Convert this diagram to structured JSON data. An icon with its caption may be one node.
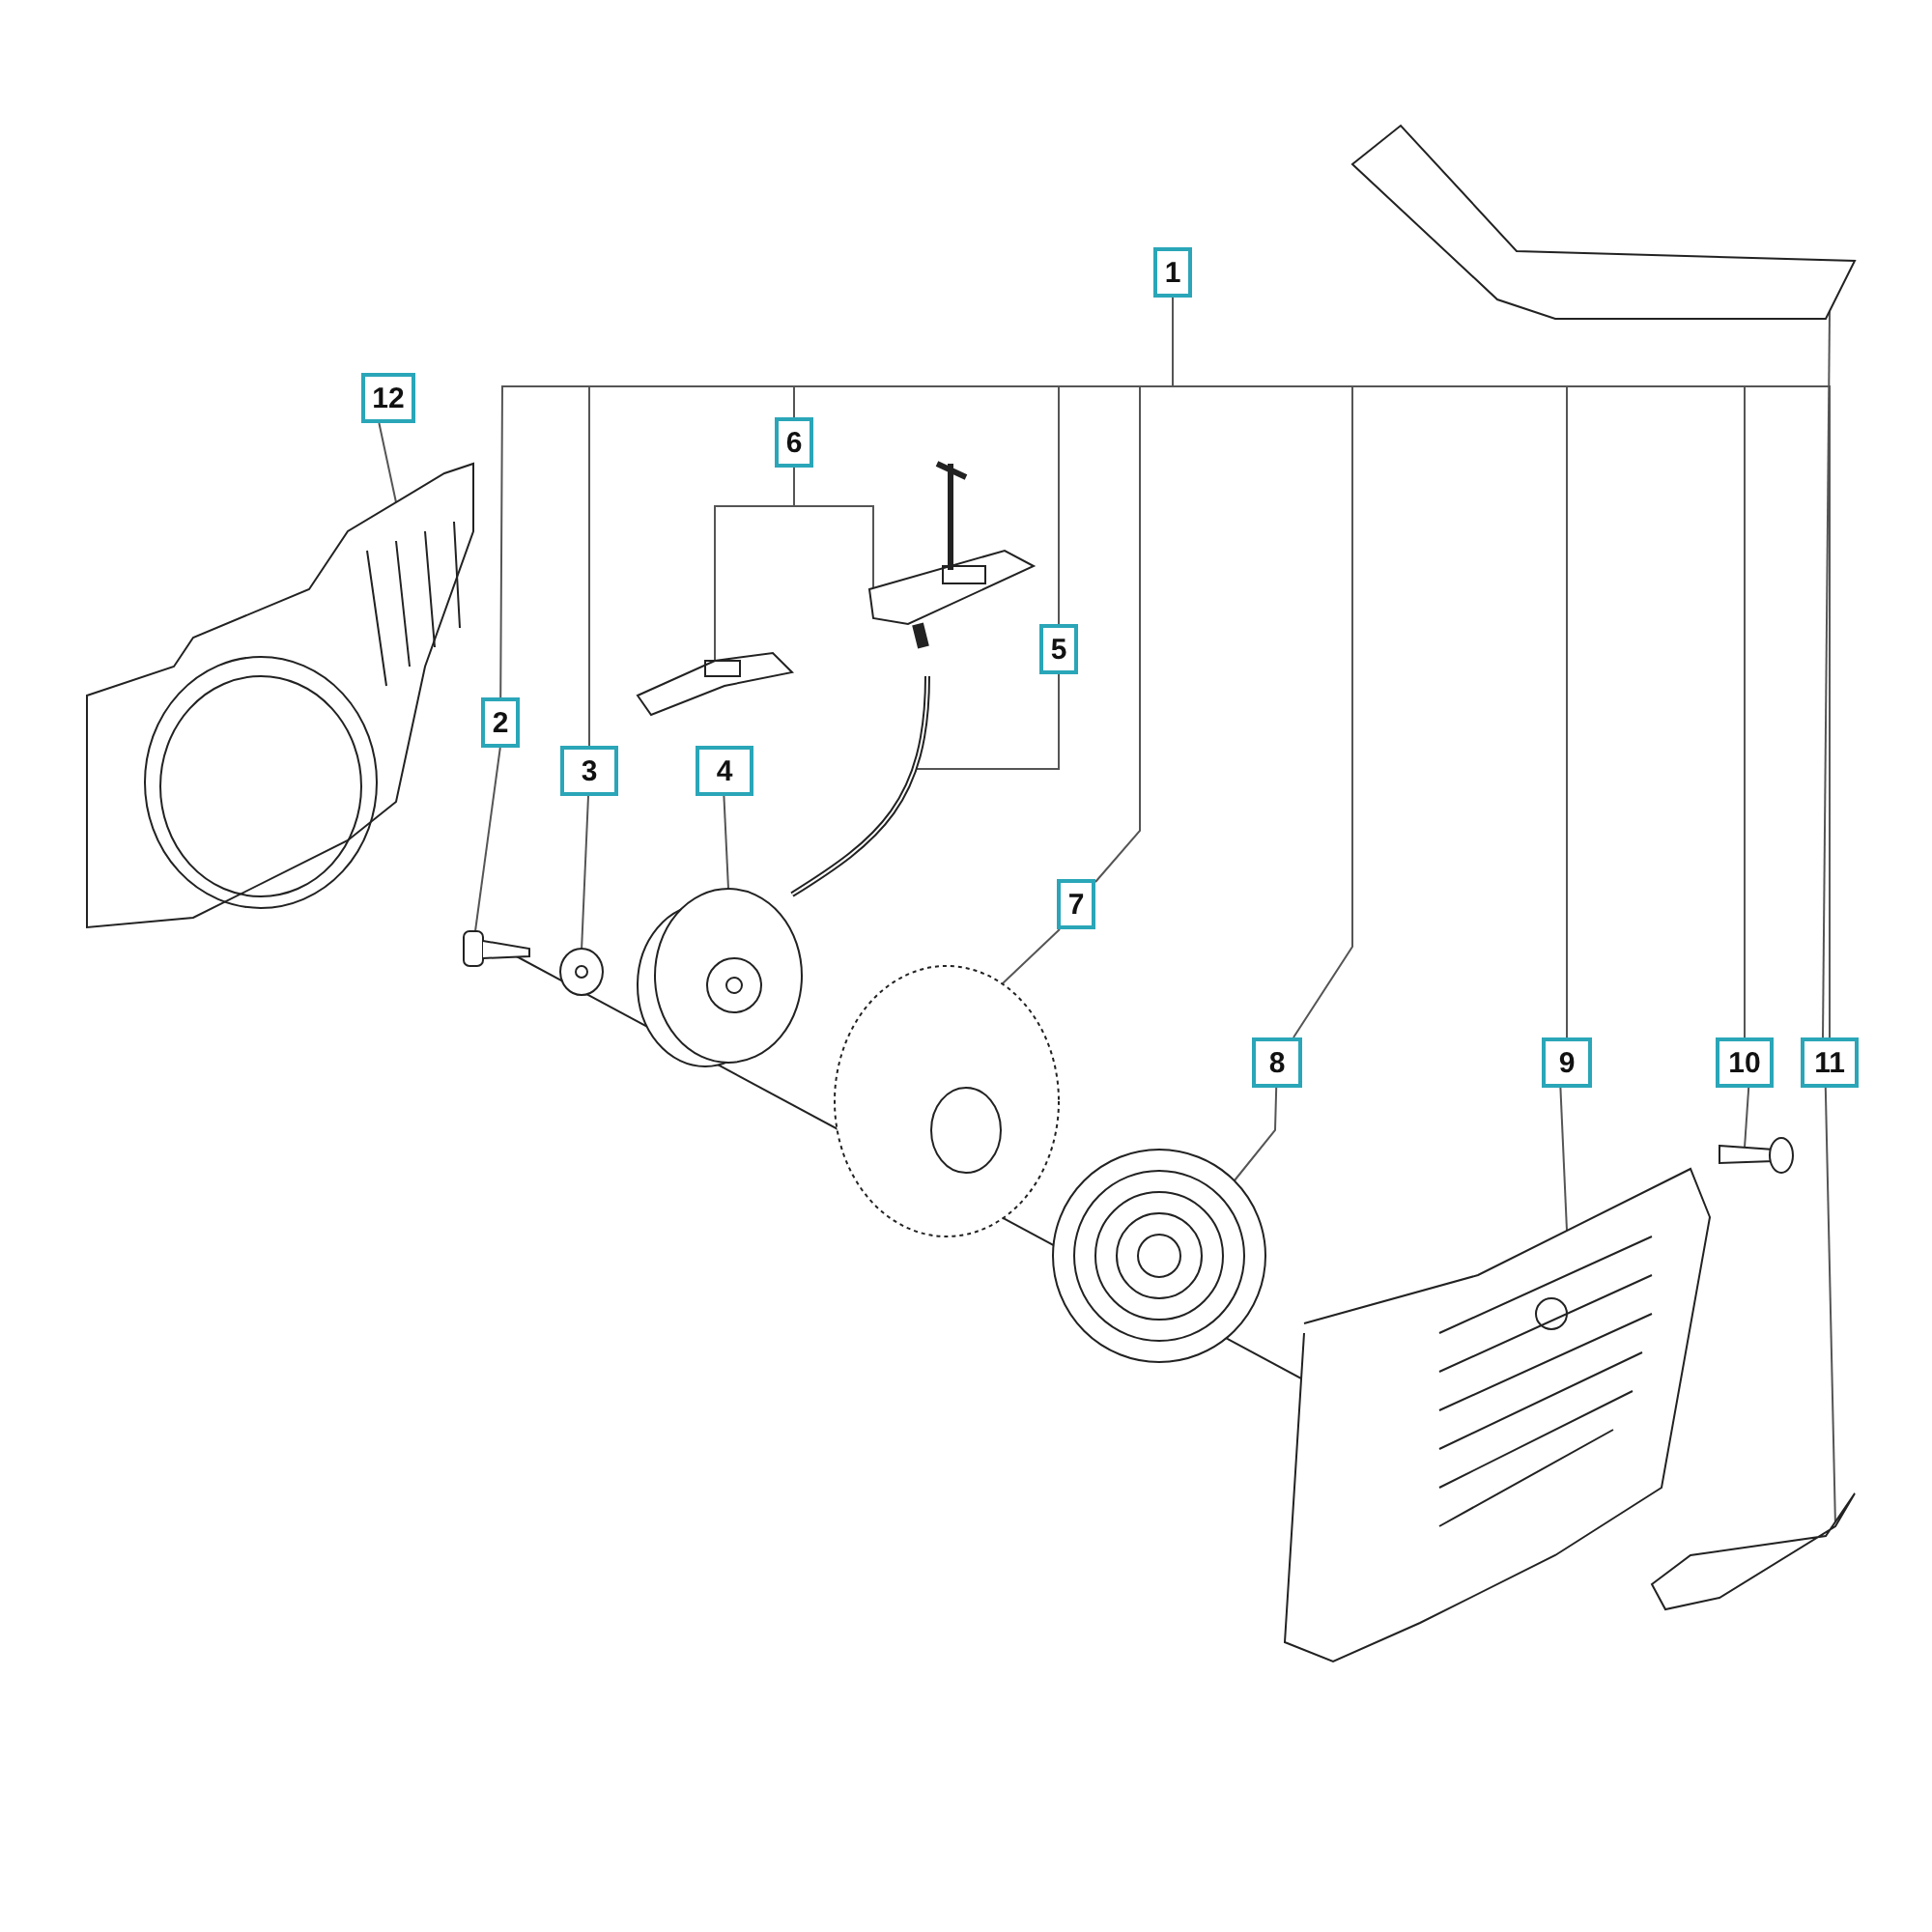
{
  "diagram": {
    "nodes": [
      {
        "text": [
          "1"
        ]
      },
      {
        "text": [
          "12"
        ]
      },
      {
        "text": [],
        "shape": "picture"
      },
      {
        "text": [
          "2"
        ]
      },
      {
        "text": [],
        "shape": "picture"
      },
      {
        "text": [
          "3"
        ]
      },
      {
        "text": [],
        "shape": "picture"
      },
      {
        "text": [
          "4"
        ]
      },
      {
        "text": [],
        "shape": "picture"
      },
      {
        "text": [
          "6"
        ]
      },
      {
        "text": [],
        "shape": "picture"
      },
      {
        "text": [],
        "shape": "picture"
      },
      {
        "text": [
          "5"
        ]
      },
      {
        "text": [],
        "shape": "picture"
      },
      {
        "text": [
          "7"
        ]
      },
      {
        "text": [],
        "shape": "picture"
      },
      {
        "text": [
          "8"
        ]
      },
      {
        "text": [],
        "shape": "picture"
      },
      {
        "text": [
          "9"
        ]
      },
      {
        "text": [],
        "shape": "picture"
      },
      {
        "text": [
          "10"
        ]
      },
      {
        "text": [],
        "shape": "picture"
      },
      {
        "text": [
          "11"
        ]
      },
      {
        "text": [],
        "shape": "picture"
      },
      {
        "text": [],
        "shape": "picture"
      }
    ],
    "edges": [
      {
        "from": 0,
        "to": 3,
        "arrow": "none"
      },
      {
        "from": 0,
        "to": 5,
        "arrow": "none"
      },
      {
        "from": 0,
        "to": 9,
        "arrow": "none"
      },
      {
        "from": 0,
        "to": 12,
        "arrow": "none"
      },
      {
        "from": 0,
        "to": 14,
        "arrow": "none"
      },
      {
        "from": 0,
        "to": 16,
        "arrow": "none"
      },
      {
        "from": 0,
        "to": 18,
        "arrow": "none"
      },
      {
        "from": 0,
        "to": 20,
        "arrow": "none"
      },
      {
        "from": 0,
        "to": 22,
        "arrow": "none"
      },
      {
        "from": 1,
        "to": 2,
        "arrow": "none"
      },
      {
        "from": 3,
        "to": 4,
        "arrow": "none"
      },
      {
        "from": 5,
        "to": 6,
        "arrow": "none"
      },
      {
        "from": 7,
        "to": 8,
        "arrow": "none"
      },
      {
        "from": 9,
        "to": 10,
        "arrow": "none"
      },
      {
        "from": 9,
        "to": 11,
        "arrow": "none"
      },
      {
        "from": 12,
        "to": 13,
        "arrow": "none"
      },
      {
        "from": 14,
        "to": 15,
        "arrow": "none"
      },
      {
        "from": 16,
        "to": 17,
        "arrow": "none"
      },
      {
        "from": 18,
        "to": 19,
        "arrow": "none"
      },
      {
        "from": 20,
        "to": 21,
        "arrow": "none"
      },
      {
        "from": 22,
        "to": 23,
        "arrow": "none"
      },
      {
        "from": 22,
        "to": 24,
        "arrow": "none"
      }
    ]
  }
}
